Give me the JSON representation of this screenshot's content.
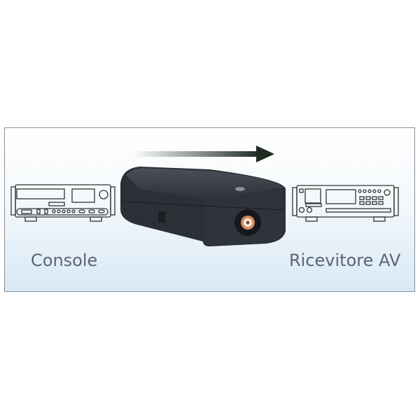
{
  "labels": {
    "source": "Console",
    "destination": "Ricevitore AV"
  },
  "icons": [
    "console-device-icon",
    "arrow-right-icon",
    "converter-box",
    "av-receiver-icon"
  ],
  "colors": {
    "text": "#5d6670",
    "device": "#2e3239",
    "rca_ring": "#d98a5c",
    "panel_bottom": "#d8e9f6"
  }
}
